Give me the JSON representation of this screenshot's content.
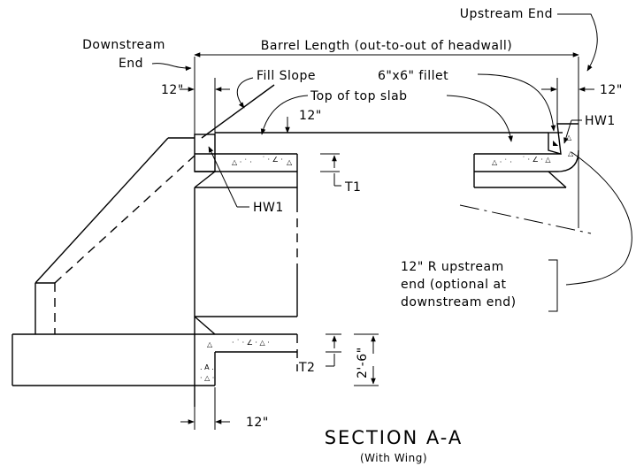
{
  "labels": {
    "upstream_end": "Upstream End",
    "downstream_end_line1": "Downstream",
    "downstream_end_line2": "End",
    "barrel_length": "Barrel Length (out-to-out of headwall)",
    "fill_slope": "Fill Slope",
    "fillet": "6\"x6\" fillet",
    "top_of_top_slab": "Top of top slab",
    "dim_12_left": "12\"",
    "dim_12_right": "12\"",
    "dim_12_slab": "12\"",
    "dim_12_bottom": "12\"",
    "hw1_left": "HW1",
    "hw1_right": "HW1",
    "t1": "T1",
    "t2": "T2",
    "dim_2_6": "2'-6\"",
    "note_line1": "12\" R upstream",
    "note_line2": "end (optional at",
    "note_line3": "downstream end)"
  },
  "title": {
    "main": "SECTION A-A",
    "sub": "(With Wing)"
  },
  "colors": {
    "ink": "#000000",
    "paper": "#ffffff"
  }
}
